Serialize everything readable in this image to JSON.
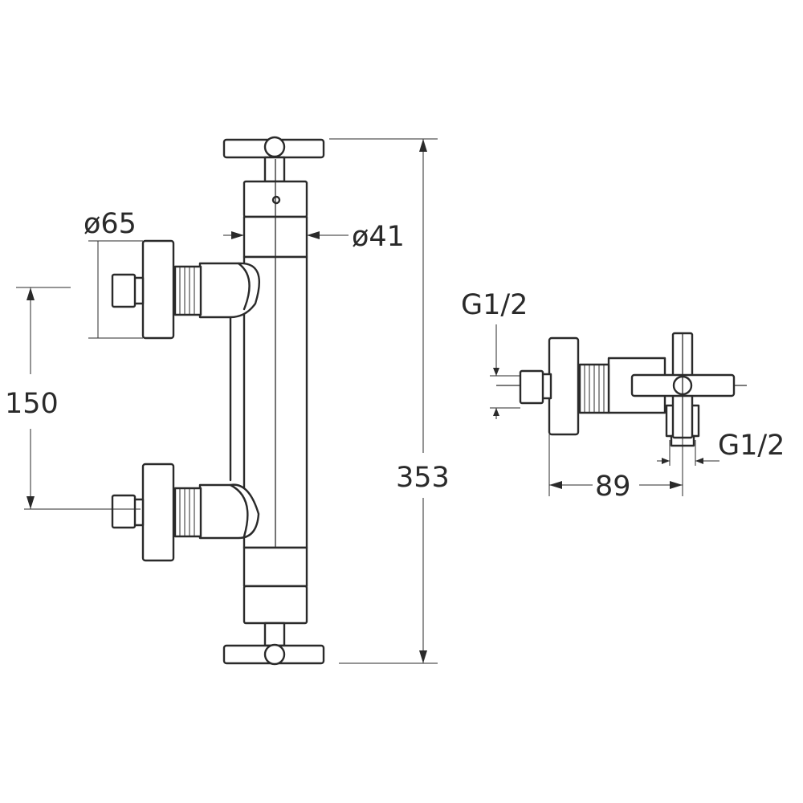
{
  "dimensions": {
    "knob_diameter": "ø65",
    "body_diameter": "ø41",
    "inlet_spacing": "150",
    "overall_height": "353",
    "inlet_thread": "G1/2",
    "outlet_thread": "G1/2",
    "projection_depth": "89"
  }
}
